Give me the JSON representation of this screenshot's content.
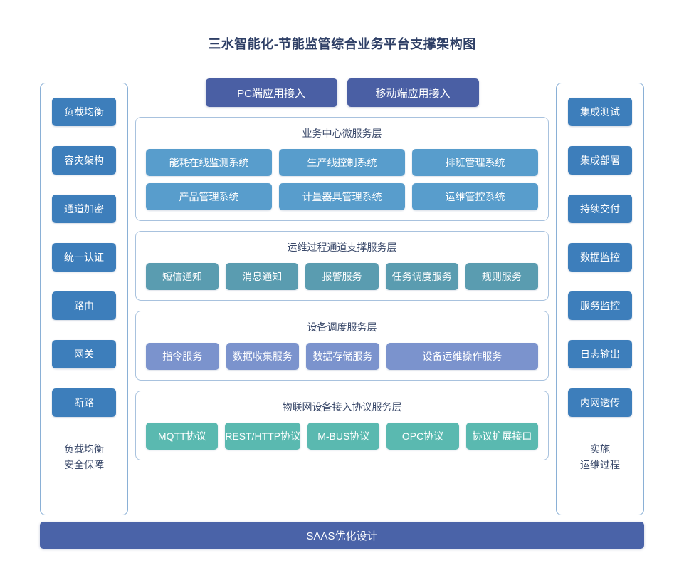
{
  "title": "三水智能化-节能监管综合业务平台支撑架构图",
  "colors": {
    "title_text": "#2e3f66",
    "side_chip": "#3d7ebb",
    "access_button": "#4a5fa4",
    "business_chip": "#589dcc",
    "ops_chip": "#5a9cb0",
    "device_chip": "#7b93cd",
    "protocol_chip": "#5ab9b0",
    "saas_bar": "#4a63a8",
    "panel_border": "#a8c2de",
    "side_border": "#8ab0d6"
  },
  "left_column": {
    "items": [
      {
        "label": "负载均衡"
      },
      {
        "label": "容灾架构"
      },
      {
        "label": "通道加密"
      },
      {
        "label": "统一认证"
      },
      {
        "label": "路由"
      },
      {
        "label": "网关"
      },
      {
        "label": "断路"
      }
    ],
    "footer": [
      "负载均衡",
      "安全保障"
    ]
  },
  "right_column": {
    "items": [
      {
        "label": "集成测试"
      },
      {
        "label": "集成部署"
      },
      {
        "label": "持续交付"
      },
      {
        "label": "数据监控"
      },
      {
        "label": "服务监控"
      },
      {
        "label": "日志输出"
      },
      {
        "label": "内网透传"
      }
    ],
    "footer": [
      "实施",
      "运维过程"
    ]
  },
  "access_buttons": [
    {
      "label": "PC端应用接入"
    },
    {
      "label": "移动端应用接入"
    }
  ],
  "layers": [
    {
      "title": "业务中心微服务层",
      "rows": [
        [
          {
            "label": "能耗在线监测系统"
          },
          {
            "label": "生产线控制系统"
          },
          {
            "label": "排班管理系统"
          }
        ],
        [
          {
            "label": "产品管理系统"
          },
          {
            "label": "计量器具管理系统"
          },
          {
            "label": "运维管控系统"
          }
        ]
      ]
    },
    {
      "title": "运维过程通道支撑服务层",
      "rows": [
        [
          {
            "label": "短信通知"
          },
          {
            "label": "消息通知"
          },
          {
            "label": "报警服务"
          },
          {
            "label": "任务调度服务"
          },
          {
            "label": "规则服务"
          }
        ]
      ]
    },
    {
      "title": "设备调度服务层",
      "rows": [
        [
          {
            "label": "指令服务"
          },
          {
            "label": "数据收集服务"
          },
          {
            "label": "数据存储服务"
          },
          {
            "label": "设备运维操作服务",
            "wide": true
          }
        ]
      ]
    },
    {
      "title": "物联网设备接入协议服务层",
      "rows": [
        [
          {
            "label": "MQTT协议"
          },
          {
            "label": "REST/HTTP协议"
          },
          {
            "label": "M-BUS协议"
          },
          {
            "label": "OPC协议"
          },
          {
            "label": "协议扩展接口"
          }
        ]
      ]
    }
  ],
  "footer_bar": {
    "label": "SAAS优化设计"
  }
}
